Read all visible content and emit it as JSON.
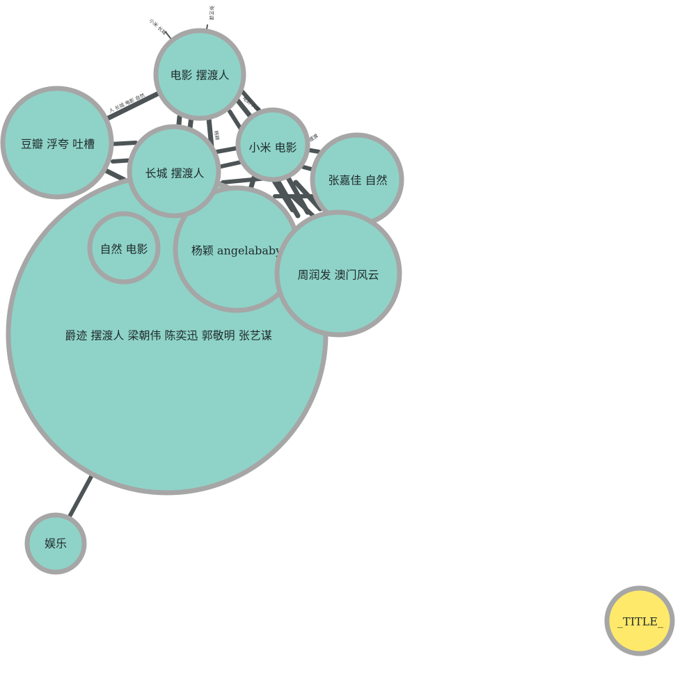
{
  "colors": {
    "node_fill": "#8fd3c8",
    "title_fill": "#ffe96a",
    "node_stroke": "#a6a6a6",
    "edge": "#4d5456"
  },
  "nodes": [
    {
      "id": "main",
      "label": "爵迹 摆渡人 梁朝伟 陈奕迅 郭敬明 张艺谋"
    },
    {
      "id": "movie_ferry",
      "label": "电影 摆渡人"
    },
    {
      "id": "douban",
      "label": "豆瓣 浮夸 吐槽"
    },
    {
      "id": "greatwall",
      "label": "长城 摆渡人"
    },
    {
      "id": "xiaomi",
      "label": "小米 电影"
    },
    {
      "id": "zhangjiajia",
      "label": "张嘉佳 自然"
    },
    {
      "id": "yangying",
      "label": "杨颖 angelababy"
    },
    {
      "id": "zhourunfa",
      "label": "周润发 澳门风云"
    },
    {
      "id": "nature_movie",
      "label": "自然 电影"
    },
    {
      "id": "entertainment",
      "label": "娱乐"
    },
    {
      "id": "title",
      "label": "_TITLE_"
    }
  ],
  "edge_labels": [
    "小米 长城",
    "张艺谋",
    "人 长城 电影 自然",
    "电影 大鹏",
    "杨颖",
    "摆渡"
  ]
}
